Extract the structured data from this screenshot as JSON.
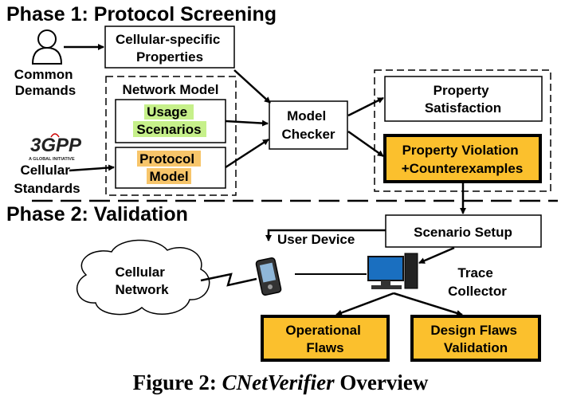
{
  "phases": {
    "phase1": "Phase 1: Protocol Screening",
    "phase2": "Phase 2: Validation"
  },
  "inputs": {
    "common_demands": [
      "Common",
      "Demands"
    ],
    "standards_logo": "3GPP",
    "standards_logo_tagline": "A GLOBAL INITIATIVE",
    "cellular_standards": [
      "Cellular",
      "Standards"
    ]
  },
  "boxes": {
    "cellular_properties": [
      "Cellular-specific",
      "Properties"
    ],
    "network_model": "Network Model",
    "usage_scenarios": [
      "Usage",
      "Scenarios"
    ],
    "protocol_model": [
      "Protocol",
      "Model"
    ],
    "model_checker": [
      "Model",
      "Checker"
    ],
    "property_satisfaction": [
      "Property",
      "Satisfaction"
    ],
    "property_violation": [
      "Property Violation",
      "+Counterexamples"
    ],
    "scenario_setup": "Scenario Setup",
    "operational_flaws": [
      "Operational",
      "Flaws"
    ],
    "design_flaws": [
      "Design Flaws",
      "Validation"
    ]
  },
  "devices": {
    "user_device": "User Device",
    "cellular_network": [
      "Cellular",
      "Network"
    ],
    "trace_collector": [
      "Trace",
      "Collector"
    ]
  },
  "caption": {
    "prefix": "Figure 2: ",
    "name": "CNetVerifier",
    "suffix": " Overview"
  },
  "colors": {
    "highlight_fill": "#fbc02d",
    "usage_highlight": "#c6f08a",
    "protocol_highlight": "#f7c56a",
    "stroke": "#000000"
  }
}
